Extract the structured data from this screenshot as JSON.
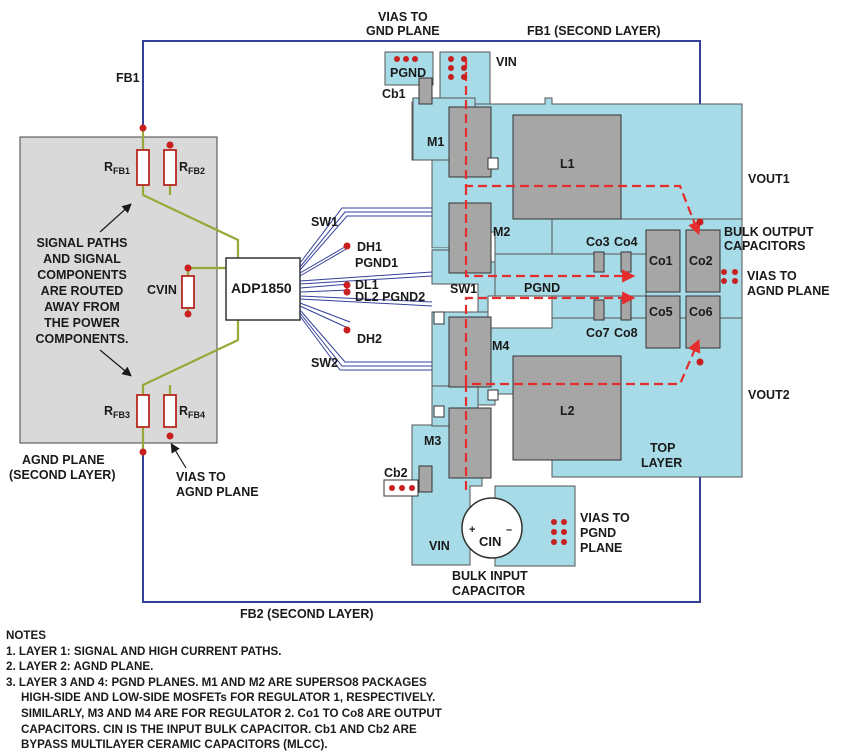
{
  "labels": {
    "vias_gnd_1": "VIAS TO",
    "vias_gnd_2": "GND PLANE",
    "fb1_second": "FB1 (SECOND LAYER)",
    "pgnd_top": "PGND",
    "vin_top": "VIN",
    "cb1": "Cb1",
    "fb1": "FB1",
    "m1": "M1",
    "l1": "L1",
    "vout1": "VOUT1",
    "rfb1_r": "R",
    "rfb1_s": "FB1",
    "rfb2_r": "R",
    "rfb2_s": "FB2",
    "sw1_left": "SW1",
    "dh1": "DH1",
    "m2": "M2",
    "co3": "Co3",
    "co4": "Co4",
    "co1": "Co1",
    "co2": "Co2",
    "bulk_out_1": "BULK OUTPUT",
    "bulk_out_2": "CAPACITORS",
    "vias_agnd_r1": "VIAS TO",
    "vias_agnd_r2": "AGND PLANE",
    "signal_1": "SIGNAL PATHS",
    "signal_2": "AND SIGNAL",
    "signal_3": "COMPONENTS",
    "signal_4": "ARE ROUTED",
    "signal_5": "AWAY FROM",
    "signal_6": "THE POWER",
    "signal_7": "COMPONENTS.",
    "cvin": "CVIN",
    "adp": "ADP1850",
    "pgnd1": "PGND1",
    "dl1": "DL1",
    "dl2_pgnd2": "DL2 PGND2",
    "sw1_mid": "SW1",
    "pgnd_mid": "PGND",
    "co5": "Co5",
    "co6": "Co6",
    "co7": "Co7",
    "co8": "Co8",
    "dh2": "DH2",
    "sw2": "SW2",
    "m4": "M4",
    "vout2": "VOUT2",
    "l2": "L2",
    "rfb3_r": "R",
    "rfb3_s": "FB3",
    "rfb4_r": "R",
    "rfb4_s": "FB4",
    "agnd_1": "AGND PLANE",
    "agnd_2": "(SECOND LAYER)",
    "vias_agnd_l1": "VIAS TO",
    "vias_agnd_l2": "AGND PLANE",
    "m3": "M3",
    "top_1": "TOP",
    "top_2": "LAYER",
    "cb2": "Cb2",
    "cin": "CIN",
    "cin_plus": "+",
    "cin_minus": "–",
    "vin_bottom": "VIN",
    "vias_pgnd_1": "VIAS TO",
    "vias_pgnd_2": "PGND",
    "vias_pgnd_3": "PLANE",
    "bulk_in_1": "BULK INPUT",
    "bulk_in_2": "CAPACITOR",
    "fb2_second": "FB2 (SECOND LAYER)"
  },
  "notes": {
    "title": "NOTES",
    "n1": "1. LAYER 1: SIGNAL AND HIGH CURRENT PATHS.",
    "n2": "2. LAYER 2: AGND PLANE.",
    "n3a": "3. LAYER 3 AND 4: PGND PLANES. M1 AND M2 ARE SUPERSO8 PACKAGES",
    "n3b": "HIGH-SIDE AND LOW-SIDE MOSFETs FOR REGULATOR 1, RESPECTIVELY.",
    "n3c": "SIMILARLY, M3 AND M4 ARE FOR REGULATOR 2. Co1 TO Co8 ARE OUTPUT",
    "n3d": "CAPACITORS. CIN IS THE INPUT BULK CAPACITOR. Cb1 AND Cb2 ARE",
    "n3e": "BYPASS MULTILAYER CERAMIC CAPACITORS (MLCC)."
  },
  "colors": {
    "copper": "#a6dbe7",
    "agnd_plane": "#d9d9d9",
    "component": "#a6a6a6",
    "fb_trace": "#34409a",
    "signal_trace": "#9aa83a",
    "current_path": "#e52d2d",
    "via": "#c8201f"
  }
}
